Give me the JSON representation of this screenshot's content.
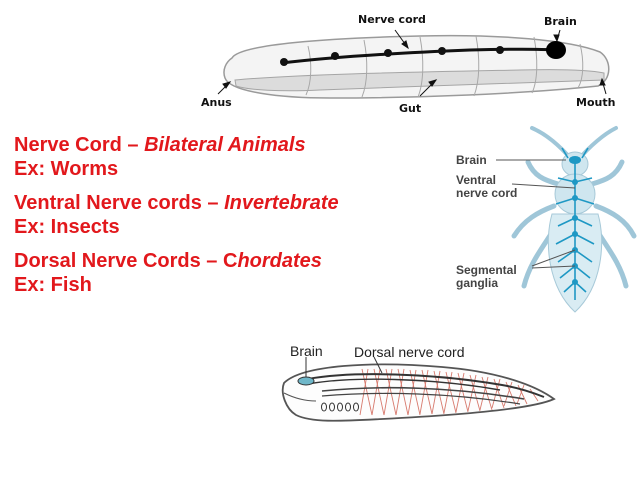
{
  "worm": {
    "nerve_cord": "Nerve cord",
    "brain": "Brain",
    "anus": "Anus",
    "gut": "Gut",
    "mouth": "Mouth"
  },
  "text": {
    "line1_main": "Nerve Cord – ",
    "line1_em": "Bilateral Animals",
    "line2": "Ex: Worms",
    "line3_main": "Ventral Nerve cords – ",
    "line3_em": "Invertebrate",
    "line4": "Ex: Insects",
    "line5_main": "Dorsal Nerve Cords – ",
    "line5_c": "C",
    "line5_em": "hordates",
    "line6": "Ex: Fish"
  },
  "insect": {
    "brain": "Brain",
    "ventral_1": "Ventral",
    "ventral_2": "nerve cord",
    "segmental_1": "Segmental",
    "segmental_2": "ganglia"
  },
  "chordate": {
    "brain": "Brain",
    "dorsal": "Dorsal nerve cord"
  },
  "colors": {
    "red": "#e2181c",
    "nerve_blue": "#1e98c4",
    "body_blue": "#cfe6ef"
  }
}
